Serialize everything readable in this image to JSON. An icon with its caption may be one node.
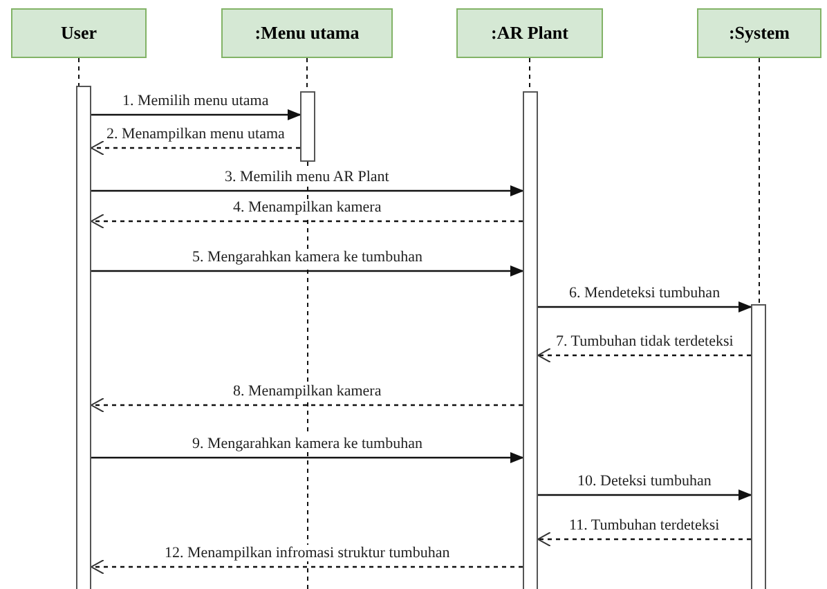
{
  "diagram": {
    "nodes": [
      {
        "text": [
          "User"
        ]
      },
      {
        "text": [
          ":Menu utama"
        ]
      },
      {
        "text": [
          ":AR Plant"
        ]
      },
      {
        "text": [
          ":System"
        ]
      },
      {
        "text": [],
        "shape": "bar"
      },
      {
        "text": [],
        "shape": "bar"
      },
      {
        "text": [],
        "shape": "bar"
      },
      {
        "text": [],
        "shape": "bar"
      }
    ],
    "edges": [
      {
        "from": 4,
        "to": 5,
        "arrow": "to",
        "label": "1. Memilih menu utama"
      },
      {
        "from": 5,
        "to": 4,
        "arrow": "to",
        "style": "dashed",
        "label": "2. Menampilkan menu utama"
      },
      {
        "from": 4,
        "to": 6,
        "arrow": "to",
        "label": "3.  Memilih menu AR Plant"
      },
      {
        "from": 6,
        "to": 4,
        "arrow": "to",
        "style": "dashed",
        "label": "4. Menampilkan kamera"
      },
      {
        "from": 4,
        "to": 6,
        "arrow": "to",
        "label": "5. Mengarahkan kamera ke tumbuhan"
      },
      {
        "from": 6,
        "to": 7,
        "arrow": "to",
        "label": "6. Mendeteksi tumbuhan"
      },
      {
        "from": 7,
        "to": 6,
        "arrow": "to",
        "style": "dashed",
        "label": "7. Tumbuhan tidak terdeteksi"
      },
      {
        "from": 6,
        "to": 4,
        "arrow": "to",
        "style": "dashed",
        "label": "8. Menampilkan kamera"
      },
      {
        "from": 4,
        "to": 6,
        "arrow": "to",
        "label": "9. Mengarahkan kamera ke tumbuhan"
      },
      {
        "from": 6,
        "to": 7,
        "arrow": "to",
        "label": "10. Deteksi tumbuhan"
      },
      {
        "from": 7,
        "to": 6,
        "arrow": "to",
        "style": "dashed",
        "label": "11. Tumbuhan terdeteksi"
      },
      {
        "from": 6,
        "to": 4,
        "arrow": "to",
        "style": "dashed",
        "label": "12. Menampilkan infromasi struktur tumbuhan"
      },
      {
        "from": 0,
        "to": 4,
        "arrow": "none",
        "style": "dashed"
      },
      {
        "from": 1,
        "to": 5,
        "arrow": "none",
        "style": "dashed"
      },
      {
        "from": 5,
        "to": null,
        "arrow": "none",
        "style": "dashed"
      },
      {
        "from": 2,
        "to": 6,
        "arrow": "none",
        "style": "dashed"
      },
      {
        "from": 3,
        "to": 7,
        "arrow": "none",
        "style": "dashed"
      }
    ]
  }
}
